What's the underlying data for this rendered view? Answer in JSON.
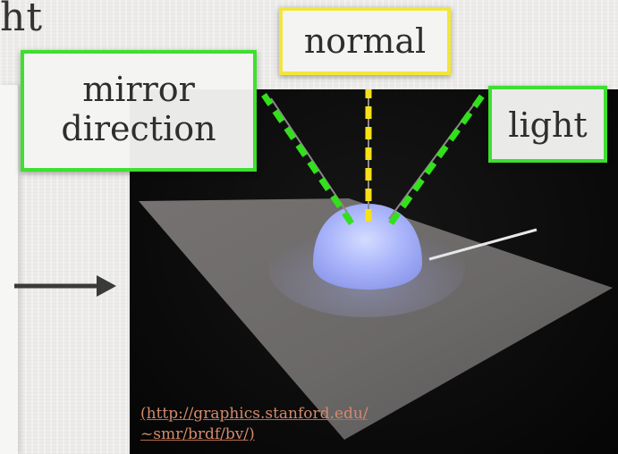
{
  "slide": {
    "title_fragment": "ht"
  },
  "labels": {
    "mirror_line1": "mirror",
    "mirror_line2": "direction",
    "normal": "normal",
    "light": "light"
  },
  "citation": {
    "line1": "(http://graphics.stanford.edu/",
    "line2": "~smr/brdf/bv/)"
  },
  "colors": {
    "green_dashed": "#33e01c",
    "yellow_dashed": "#f7e11a",
    "label_border_green": "#3ee02f",
    "label_border_yellow": "#f2e63a",
    "citation_link": "#d48a6b",
    "sphere": "#a9b4ff",
    "plane": "#6f6c6c",
    "background_photo": "#0a0a0a"
  },
  "icons": {
    "arrow": "right-arrow-icon"
  }
}
